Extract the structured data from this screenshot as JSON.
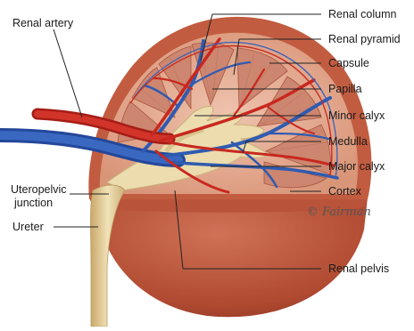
{
  "labels": {
    "renal_artery": "Renal artery",
    "renal_column": "Renal column",
    "renal_pyramid": "Renal pyramid",
    "capsule": "Capsule",
    "papilla": "Papilla",
    "minor_calyx": "Minor calyx",
    "medulla": "Medulla",
    "major_calyx": "Major calyx",
    "cortex": "Cortex",
    "uteropelvic_line1": "Uteropelvic",
    "uteropelvic_line2": "junction",
    "ureter": "Ureter",
    "renal_pelvis": "Renal pelvis"
  },
  "signature": "© Fairman",
  "colors": {
    "capsule_outer": "#b5523a",
    "cortex": "#c96a4e",
    "cut_surface": "#e7b39d",
    "pyramid": "#cf8a74",
    "artery": "#c8281f",
    "vein": "#2f5bb0",
    "pelvis": "#eddcae",
    "ureter": "#e4cf9c"
  }
}
